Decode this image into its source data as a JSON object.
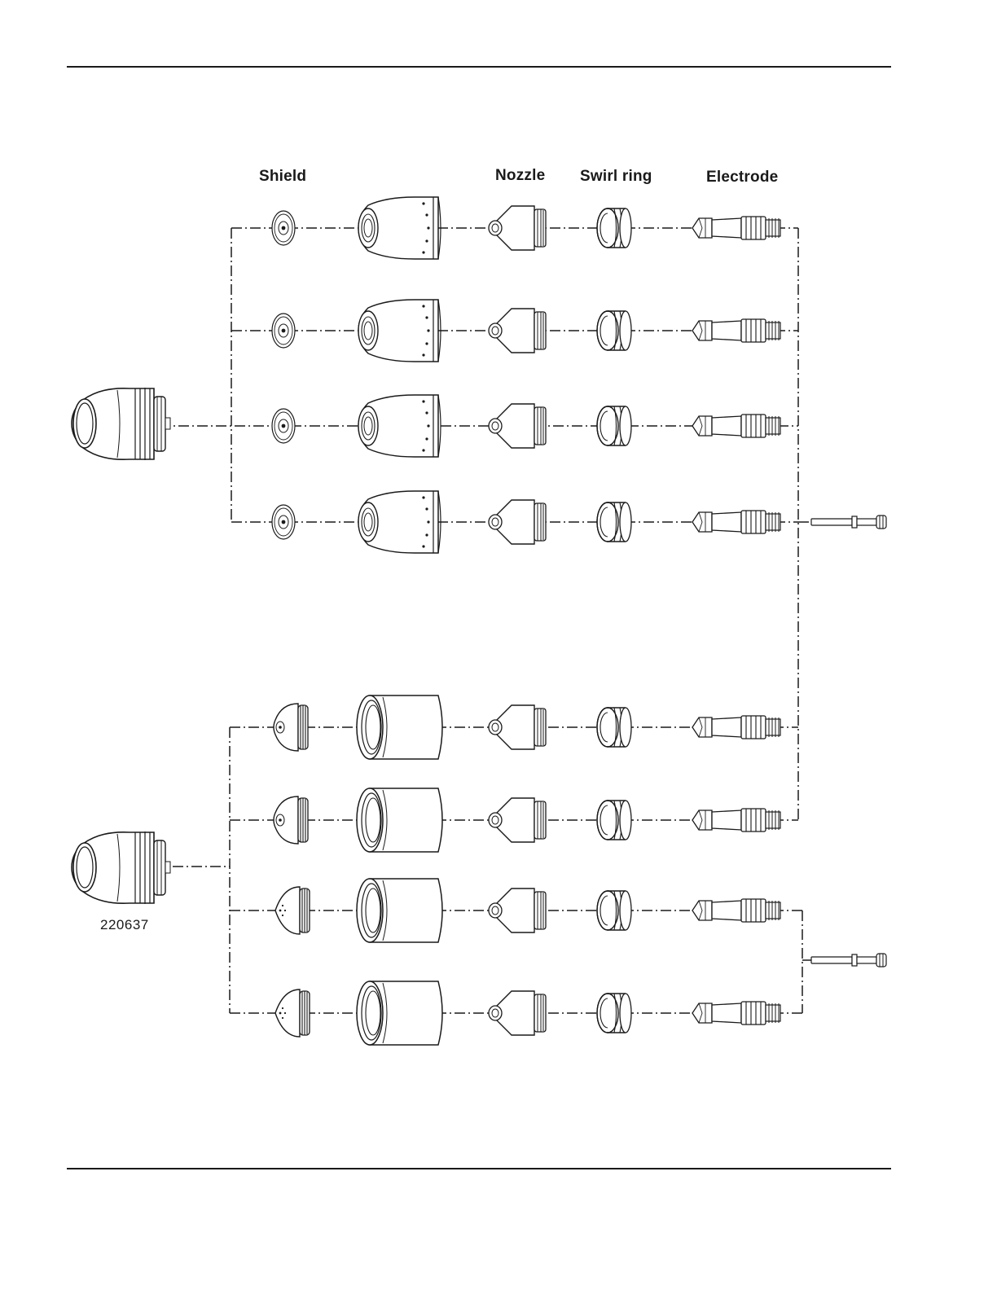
{
  "columns": {
    "shield": "Shield",
    "nozzle": "Nozzle",
    "swirl_ring": "Swirl ring",
    "electrode": "Electrode"
  },
  "part_numbers": {
    "retaining_cap_lower": "220637"
  },
  "colors": {
    "line": "#1a1a1a",
    "fill": "#ffffff"
  },
  "icons": {
    "retaining_cap": "retaining-cap-icon",
    "shield": "shield-icon",
    "shield_cap": "shield-cap-icon",
    "nozzle": "nozzle-icon",
    "swirl_ring": "swirl-ring-icon",
    "electrode": "electrode-icon",
    "tool": "removal-tool-icon"
  }
}
